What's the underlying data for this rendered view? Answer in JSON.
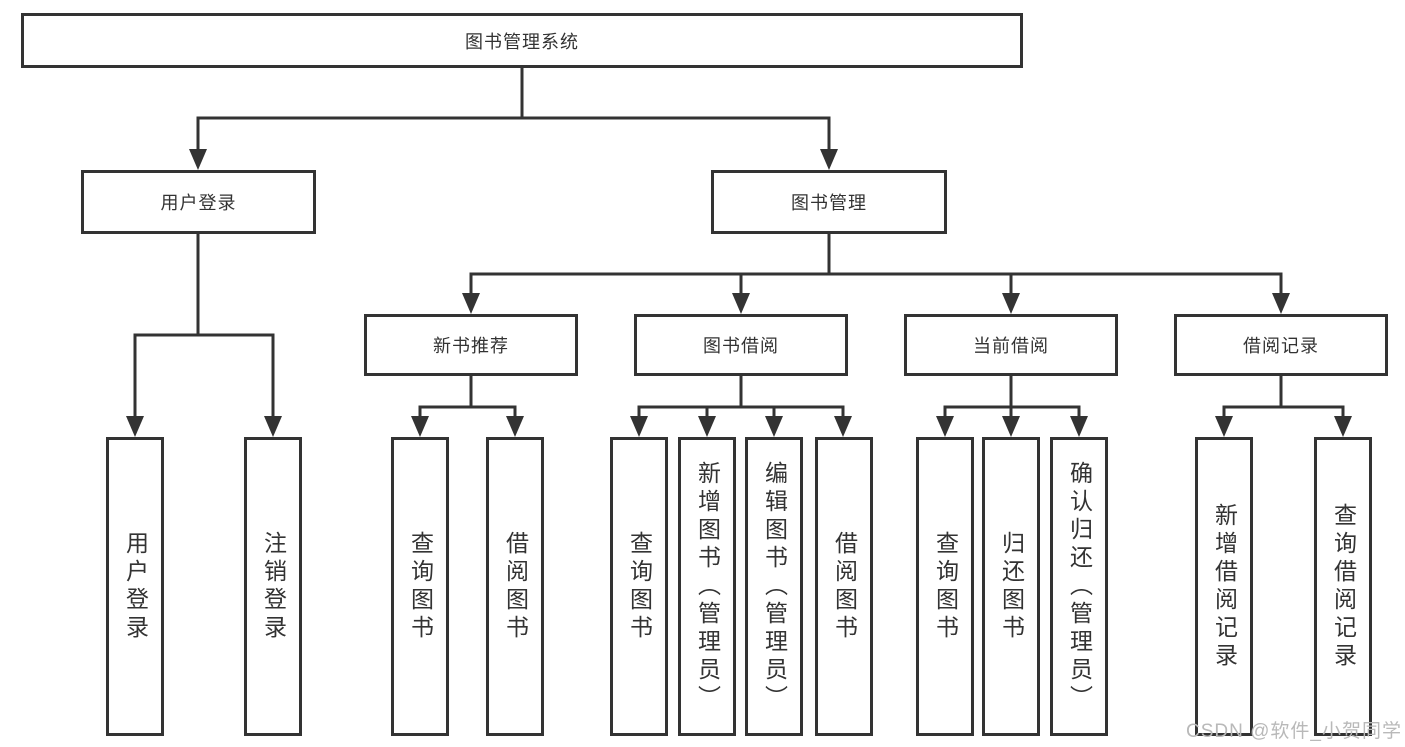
{
  "diagram": {
    "root": {
      "label": "图书管理系统"
    },
    "branches": [
      {
        "label": "用户登录",
        "children": [
          "用户登录",
          "注销登录"
        ]
      },
      {
        "label": "图书管理",
        "sections": [
          {
            "label": "新书推荐",
            "children": [
              "查询图书",
              "借阅图书"
            ]
          },
          {
            "label": "图书借阅",
            "children": [
              "查询图书",
              "新增图书（管理员）",
              "编辑图书（管理员）",
              "借阅图书"
            ]
          },
          {
            "label": "当前借阅",
            "children": [
              "查询图书",
              "归还图书",
              "确认归还（管理员）"
            ]
          },
          {
            "label": "借阅记录",
            "children": [
              "新增借阅记录",
              "查询借阅记录"
            ]
          }
        ]
      }
    ]
  },
  "watermark": {
    "text": "CSDN @软件_小贺同学"
  },
  "colors": {
    "line": "#333333",
    "box_border": "#333333",
    "text": "#333333",
    "background": "#ffffff",
    "watermark": "#b9b9b9"
  }
}
